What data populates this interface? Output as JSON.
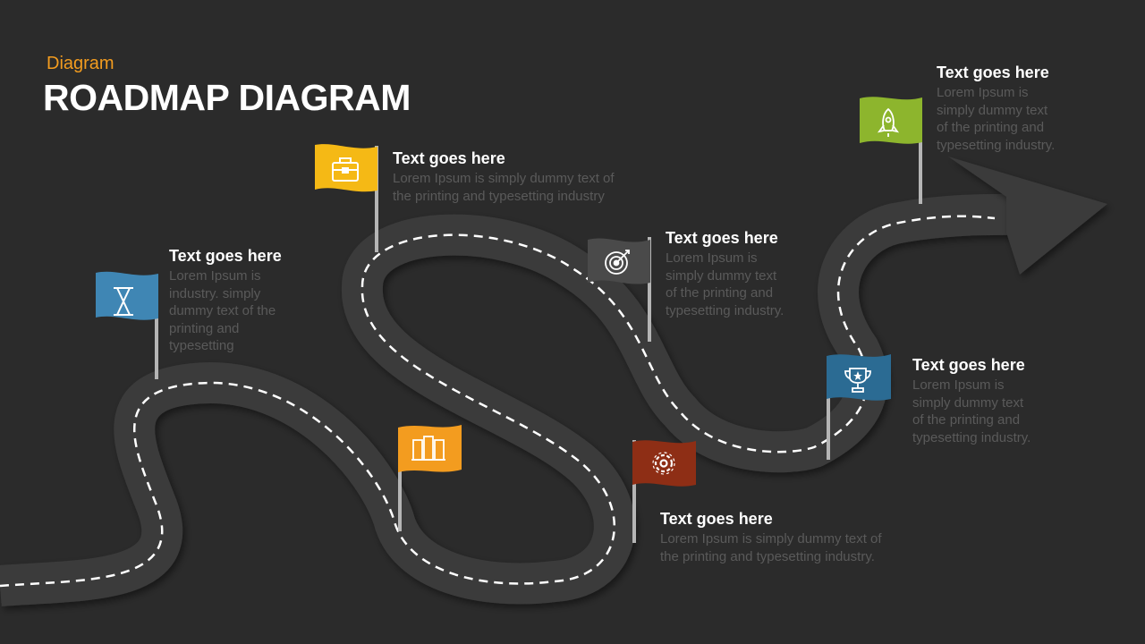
{
  "header": {
    "subtitle": "Diagram",
    "title": "ROADMAP DIAGRAM"
  },
  "milestones": [
    {
      "icon": "hourglass-icon",
      "color": "#3f86b4",
      "title": "Text goes here",
      "text": "Lorem Ipsum is industry. simply dummy text of the printing and typesetting"
    },
    {
      "icon": "building-icon",
      "color": "#f39c1f",
      "title": "",
      "text": ""
    },
    {
      "icon": "briefcase-icon",
      "color": "#f5b915",
      "title": "Text goes here",
      "text": "Lorem Ipsum is simply dummy text of the printing and typesetting industry"
    },
    {
      "icon": "target-icon",
      "color": "#4a4a4a",
      "title": "Text goes here",
      "text": "Lorem Ipsum is simply dummy text of the printing and typesetting industry."
    },
    {
      "icon": "gear-icon",
      "color": "#8e2e15",
      "title": "Text goes here",
      "text": "Lorem Ipsum is simply dummy text of the printing and typesetting industry."
    },
    {
      "icon": "trophy-icon",
      "color": "#2b6b93",
      "title": "Text goes here",
      "text": "Lorem Ipsum is simply dummy text of the printing and typesetting industry."
    },
    {
      "icon": "rocket-icon",
      "color": "#8db52d",
      "title": "Text goes here",
      "text": "Lorem Ipsum is simply dummy text of the printing and typesetting industry."
    }
  ]
}
